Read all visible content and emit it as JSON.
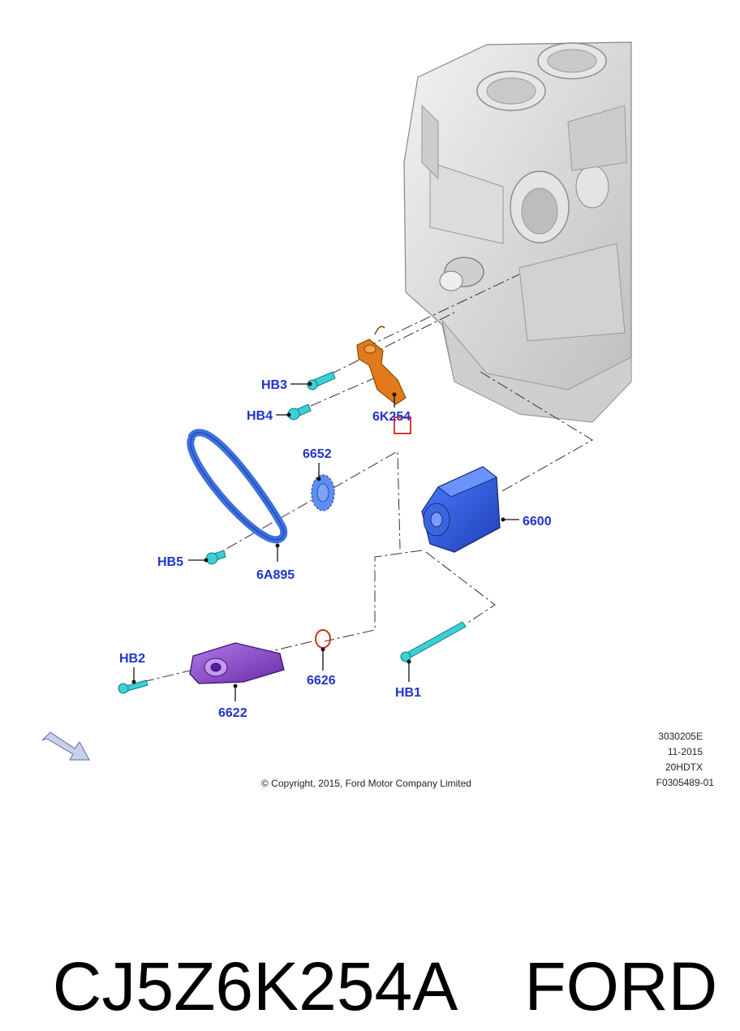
{
  "diagram": {
    "callouts": {
      "hb3": "HB3",
      "hb4": "HB4",
      "part_6k254": "6K254",
      "part_6652": "6652",
      "part_6600": "6600",
      "hb5": "HB5",
      "part_6a895": "6A895",
      "hb2": "HB2",
      "part_6626": "6626",
      "part_6622": "6622",
      "hb1": "HB1"
    },
    "metadata": {
      "ref": "3030205E",
      "date": "11-2015",
      "engine": "20HDTX",
      "figure": "F0305489-01"
    },
    "copyright": "© Copyright, 2015, Ford Motor Company Limited",
    "colors": {
      "callout_text": "#2233cc",
      "tensioner": "#e07a1a",
      "belt": "#3d6fe0",
      "pump": "#2f5ff0",
      "bracket": "#8a3fd0",
      "bolts": "#3ad0d8",
      "oring": "#d03020",
      "highlight": "#e02020",
      "engine_block": "#d8d8d8"
    },
    "icons": [
      "front-direction-arrow-icon"
    ]
  },
  "caption": {
    "part_number": "CJ5Z6K254A",
    "brand": "FORD"
  }
}
